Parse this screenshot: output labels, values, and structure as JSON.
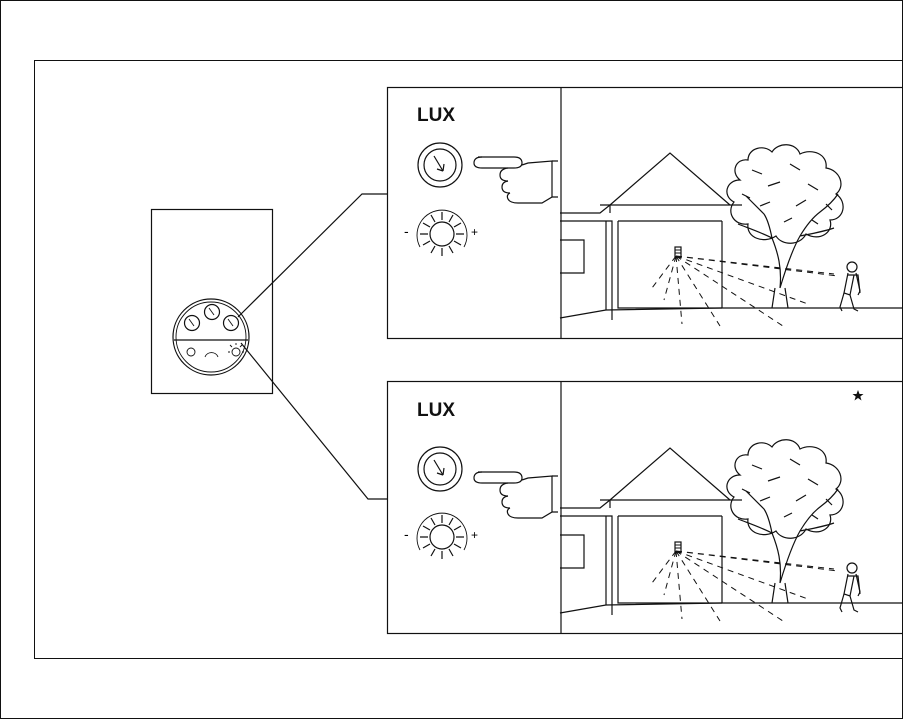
{
  "panels": [
    {
      "label": "LUX",
      "setting": "minimum"
    },
    {
      "label": "LUX",
      "setting": "maximum"
    }
  ],
  "symbols": {
    "minus": "-",
    "plus": "+"
  },
  "icons": [
    "device-dial-icon",
    "lux-dial-icon",
    "sun-icon",
    "pointing-hand-icon",
    "house-icon",
    "tree-icon",
    "person-icon",
    "sensor-icon",
    "star-icon"
  ],
  "colors": {
    "ink": "#111111",
    "background": "#ffffff"
  }
}
